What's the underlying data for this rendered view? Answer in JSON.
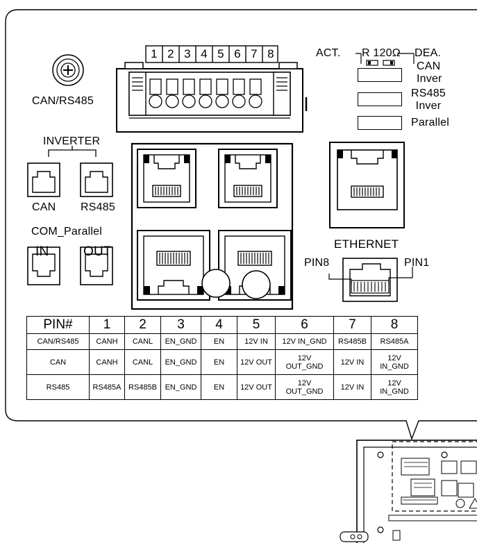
{
  "can_rs485_label": "CAN/RS485",
  "terminal_pins": [
    "1",
    "2",
    "3",
    "4",
    "5",
    "6",
    "7",
    "8"
  ],
  "switch_block": {
    "act": "ACT.",
    "r120": "R 120Ω",
    "dea": "DEA.",
    "switches": [
      {
        "line1": "CAN",
        "line2": "Inver"
      },
      {
        "line1": "RS485",
        "line2": "Inver"
      },
      {
        "line1": "Parallel",
        "line2": ""
      }
    ]
  },
  "inverter": {
    "title": "INVERTER",
    "ports": [
      "CAN",
      "RS485"
    ]
  },
  "com_parallel": {
    "title": "COM_Parallel",
    "ports": [
      "IN",
      "OUT"
    ]
  },
  "ethernet": {
    "title": "ETHERNET",
    "pin8": "PIN8",
    "pin1": "PIN1"
  },
  "pin_table": {
    "headers": [
      "PIN#",
      "1",
      "2",
      "3",
      "4",
      "5",
      "6",
      "7",
      "8"
    ],
    "rows": [
      [
        "CAN/RS485",
        "CANH",
        "CANL",
        "EN_GND",
        "EN",
        "12V IN",
        "12V IN_GND",
        "RS485B",
        "RS485A"
      ],
      [
        "CAN",
        "CANH",
        "CANL",
        "EN_GND",
        "EN",
        "12V OUT",
        "12V\nOUT_GND",
        "12V IN",
        "12V\nIN_GND"
      ],
      [
        "RS485",
        "RS485A",
        "RS485B",
        "EN_GND",
        "EN",
        "12V OUT",
        "12V\nOUT_GND",
        "12V IN",
        "12V\nIN_GND"
      ]
    ]
  }
}
